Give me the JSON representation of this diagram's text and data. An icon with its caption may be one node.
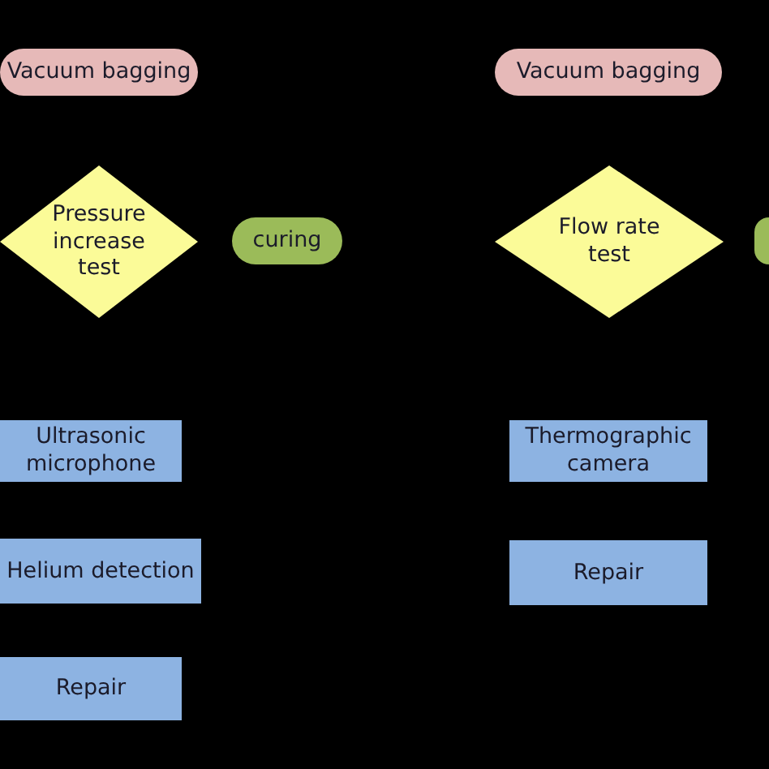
{
  "diagram": {
    "nodes": [
      {
        "text": [
          "Vacuum bagging"
        ]
      },
      {
        "text": [
          "Pressure increase test"
        ]
      },
      {
        "text": [
          "curing"
        ]
      },
      {
        "text": [
          "Ultrasonic microphone"
        ]
      },
      {
        "text": [
          "Helium detection"
        ]
      },
      {
        "text": [
          "Repair"
        ]
      },
      {
        "text": [
          "Vacuum bagging"
        ]
      },
      {
        "text": [
          "Flow rate test"
        ]
      },
      {
        "text": [],
        "shape": "box"
      },
      {
        "text": [
          "Thermographic camera"
        ]
      },
      {
        "text": [
          "Repair"
        ]
      }
    ]
  }
}
